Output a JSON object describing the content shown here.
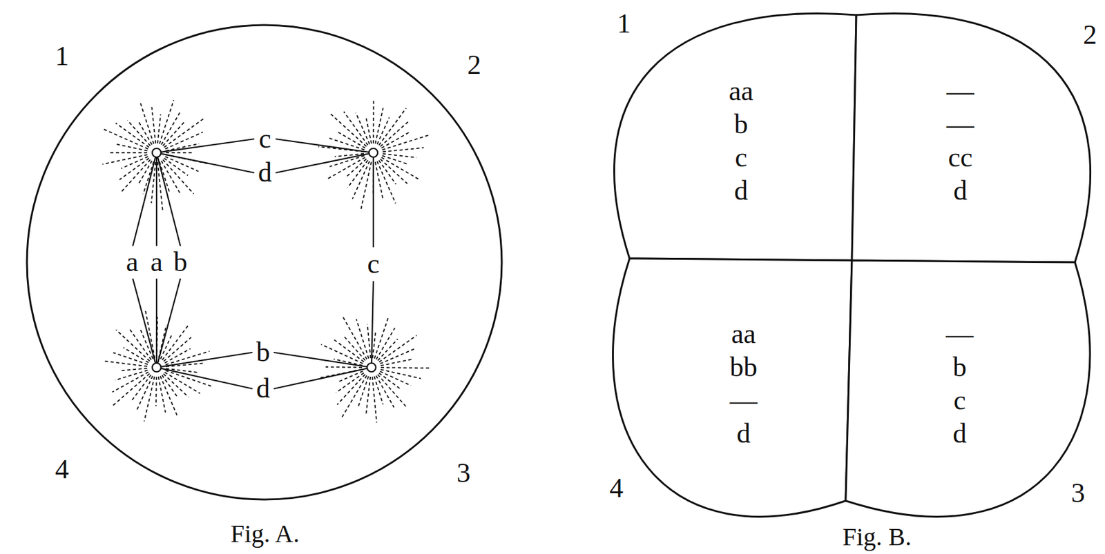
{
  "diagram": {
    "nodes": [
      {
        "text": [
          "aa b c d"
        ]
      },
      {
        "text": [
          "— — cc d"
        ]
      },
      {
        "text": [
          "aa bb — d"
        ]
      },
      {
        "text": [
          "— b c d"
        ]
      }
    ],
    "labels": [
      "1",
      "2",
      "3",
      "4",
      "c",
      "d",
      "a",
      "a",
      "b",
      "c",
      "b",
      "d",
      "Fig. A.",
      "1",
      "2",
      "3",
      "4",
      "Fig. B."
    ]
  }
}
